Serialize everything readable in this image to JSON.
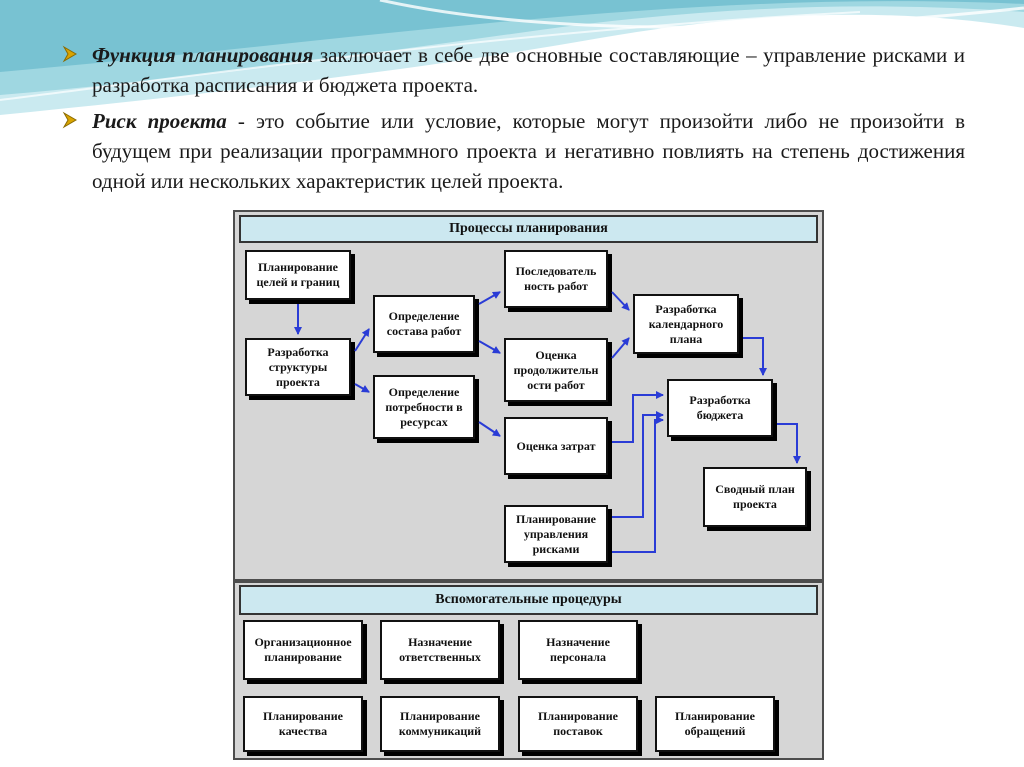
{
  "bullets": [
    {
      "term": "Функция планирования",
      "text": " заключает в себе две основные составляющие – управление рисками и разработка расписания и бюджета проекта."
    },
    {
      "term": "Риск проекта",
      "text": " - это событие или условие, которые могут произойти либо не произойти в будущем при реализации программного проекта и негативно повлиять на степень достижения одной или нескольких характеристик целей проекта."
    }
  ],
  "diagram": {
    "processes_title": "Процессы планирования",
    "support_title": "Вспомогательные процедуры",
    "boxes": {
      "goals": "Планирование\nцелей и границ",
      "wbs": "Разработка\nструктуры\nпроекта",
      "scope": "Определение\nсостава работ",
      "resources": "Определение\nпотребности в\nресурсах",
      "sequence": "Последователь\nность работ",
      "duration": "Оценка\nпродолжительн\nости работ",
      "cost": "Оценка затрат",
      "risk": "Планирование\nуправления\nрисками",
      "schedule": "Разработка\nкалендарного\nплана",
      "budget": "Разработка\nбюджета",
      "summary": "Сводный план\nпроекта"
    },
    "support_boxes": {
      "org": "Организационное\nпланирование",
      "resp": "Назначение\nответственных",
      "staff": "Назначение\nперсонала",
      "quality": "Планирование\nкачества",
      "comm": "Планирование\nкоммуникаций",
      "supply": "Планирование\nпоставок",
      "appeals": "Планирование\nобращений"
    }
  },
  "colors": {
    "arrow": "#2a3cd6",
    "header_bg": "#cce8f0",
    "diagram_bg": "#d6d6d6",
    "bullet_marker": "#d9a400"
  }
}
